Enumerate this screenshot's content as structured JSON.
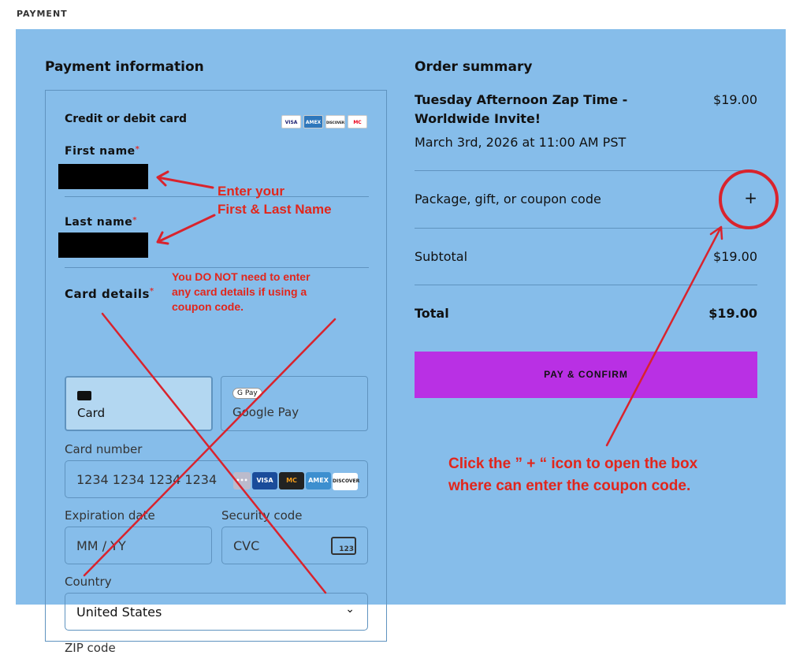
{
  "header": "PAYMENT",
  "payment": {
    "title": "Payment information",
    "card_section": "Credit or debit card",
    "brand_logos": [
      "VISA",
      "AMEX",
      "DISCOVER",
      "MC"
    ],
    "first_name_label": "First name",
    "last_name_label": "Last name",
    "required": "*",
    "card_details_label": "Card details",
    "tabs": [
      {
        "label": "Card",
        "icon": "card-icon"
      },
      {
        "label": "Google Pay",
        "badge": "G Pay"
      }
    ],
    "card_number_label": "Card number",
    "card_number_placeholder": "1234 1234 1234 1234",
    "card_logos": [
      "VISA",
      "MC",
      "AMEX",
      "DISCOVER"
    ],
    "expiry_label": "Expiration date",
    "expiry_placeholder": "MM / YY",
    "cvc_label": "Security code",
    "cvc_placeholder": "CVC",
    "cvc_icon_text": "123",
    "country_label": "Country",
    "country_value": "United States",
    "zip_label": "ZIP code"
  },
  "order": {
    "title": "Order summary",
    "item_name": "Tuesday Afternoon Zap Time - Worldwide Invite!",
    "item_price": "$19.00",
    "item_date": "March 3rd, 2026 at 11:00 AM PST",
    "coupon_label": "Package, gift, or coupon code",
    "coupon_toggle": "+",
    "subtotal_label": "Subtotal",
    "subtotal_value": "$19.00",
    "total_label": "Total",
    "total_value": "$19.00",
    "pay_button": "PAY & CONFIRM"
  },
  "annotations": {
    "name_note_1": "Enter your",
    "name_note_2": "First & Last Name",
    "card_note": "You DO NOT need to enter any card details if using a coupon code.",
    "coupon_note_1": "Click the ” + “ icon to open the box",
    "coupon_note_2": "where can enter the coupon code.",
    "color": "#e1261c"
  }
}
